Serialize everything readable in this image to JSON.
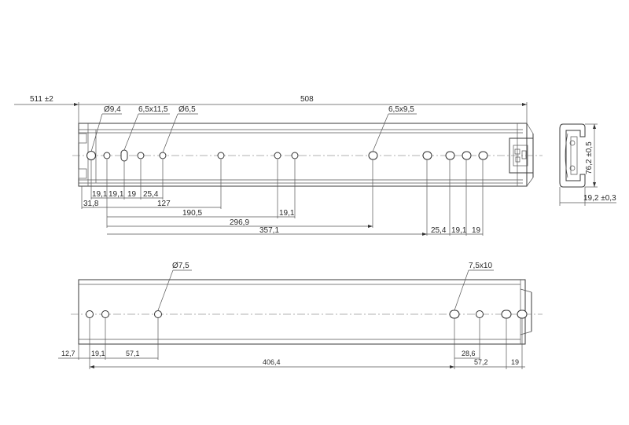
{
  "top_view": {
    "labels": {
      "overall_tolerance": "511 ±2",
      "length": "508",
      "hole_d94": "Ø9,4",
      "slot_65x115": "6,5x11,5",
      "hole_d65": "Ø6,5",
      "slot_65x95": "6,5x9,5",
      "d_19_1_a": "19,1",
      "d_19_1_b": "19,1",
      "d_19": "19",
      "d_25_4": "25,4",
      "d_31_8": "31,8",
      "d_127": "127",
      "d_190_5": "190,5",
      "d_19_1_c": "19,1",
      "d_296_9": "296,9",
      "d_357_1": "357,1",
      "d_25_4_r": "25,4",
      "d_19_1_r": "19,1",
      "d_19_r": "19"
    }
  },
  "side_profile": {
    "labels": {
      "height": "76,2 ±0,5",
      "width": "19,2 ±0,3"
    }
  },
  "bottom_view": {
    "labels": {
      "hole_d75": "Ø7,5",
      "slot_75x10": "7,5x10",
      "d_12_7": "12,7",
      "d_19_1": "19,1",
      "d_57_1": "57,1",
      "d_406_4": "406,4",
      "d_28_6": "28,6",
      "d_57_2": "57,2",
      "d_19": "19"
    }
  }
}
